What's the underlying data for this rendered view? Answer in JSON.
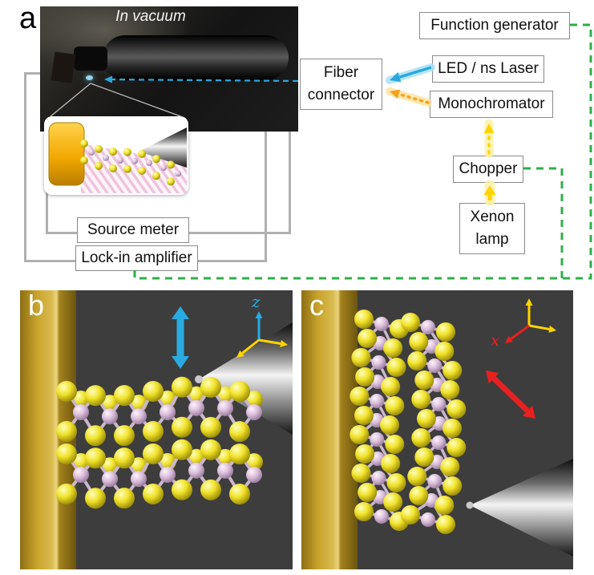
{
  "figure": {
    "panels": {
      "a": "a",
      "b": "b",
      "c": "c"
    },
    "photo_caption": "In vacuum",
    "boxes": {
      "function_generator": "Function generator",
      "led_laser": "LED / ns Laser",
      "monochromator": "Monochromator",
      "fiber_connector": "Fiber connector",
      "chopper": "Chopper",
      "xenon_lamp": "Xenon lamp",
      "source_meter": "Source meter",
      "lock_in_amplifier": "Lock-in amplifier"
    },
    "axis_labels": {
      "panel_b": "z",
      "panel_c": "x"
    },
    "colors": {
      "signal_green": "#2fae4a",
      "laser_blue": "#2aa9e0",
      "mono_orange": "#f7a21b",
      "xenon_yellow": "#ffd400",
      "motion_blue": "#29abe2",
      "motion_red": "#e8201f",
      "gold_electrode": "#c9a42c",
      "atom_yellow": "#f0e22a",
      "atom_pink": "#dcc0dc",
      "panel_background": "#3d3d3d"
    }
  }
}
